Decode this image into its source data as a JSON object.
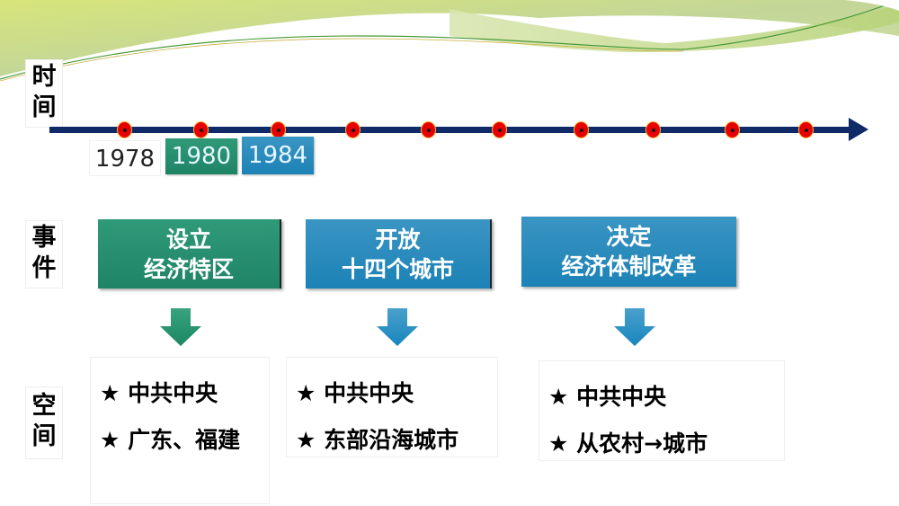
{
  "row_labels": {
    "time": "时间",
    "event": "事件",
    "space": "空间"
  },
  "timeline": {
    "axis_color": "#0f2a66",
    "marker_color": "#e60000",
    "marker_count": 10,
    "years": [
      {
        "label": "1978",
        "style": "plain"
      },
      {
        "label": "1980",
        "style": "green"
      },
      {
        "label": "1984",
        "style": "blue"
      }
    ]
  },
  "events": [
    {
      "line1": "设立",
      "line2": "经济特区",
      "color": "#1f8466"
    },
    {
      "line1": "开放",
      "line2": "十四个城市",
      "color": "#1c82b6"
    },
    {
      "line1": "决定",
      "line2": "经济体制改革",
      "color": "#1c82b6"
    }
  ],
  "spaces": [
    {
      "items": [
        "★ 中共中央",
        "★  广东、福建"
      ]
    },
    {
      "items": [
        "★  中共中央",
        "★  东部沿海城市"
      ]
    },
    {
      "items": [
        "★ 中共中央",
        "★  从农村→城市"
      ]
    }
  ],
  "icons": {
    "bullet": "star-icon",
    "arrow": "down-arrow-icon"
  }
}
